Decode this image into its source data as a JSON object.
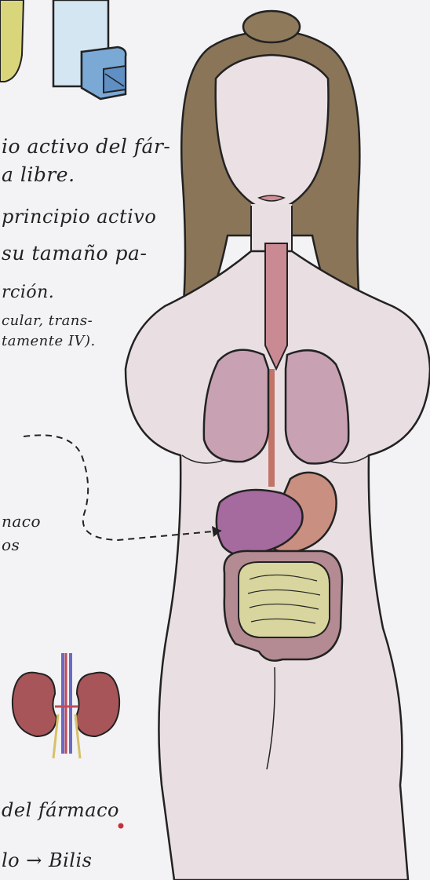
{
  "notes": {
    "line1": "io activo del fár-",
    "line2": "a libre.",
    "line3": "principio activo",
    "line4": "su tamaño pa-",
    "line5": "rción.",
    "line6": "cular, trans-",
    "line7": "tamente IV).",
    "line8": "naco",
    "line9": "os",
    "line10": "del fármaco",
    "line11": "lo → Bilis"
  },
  "colors": {
    "paper": "#f3f2f4",
    "hair": "#8a7558",
    "skin": "#e9dfe3",
    "lungs": "#c8a1b2",
    "liver": "#a56a9e",
    "stomach": "#c98f80",
    "small_intestine": "#d8d59e",
    "large_intestine": "#b48b92",
    "kidney": "#a8555a",
    "inhaler": "#6ea2d3",
    "ink": "#1e1e1e"
  },
  "icons": [
    "inhaler-icon",
    "kidneys-icon",
    "arrow-icon"
  ]
}
